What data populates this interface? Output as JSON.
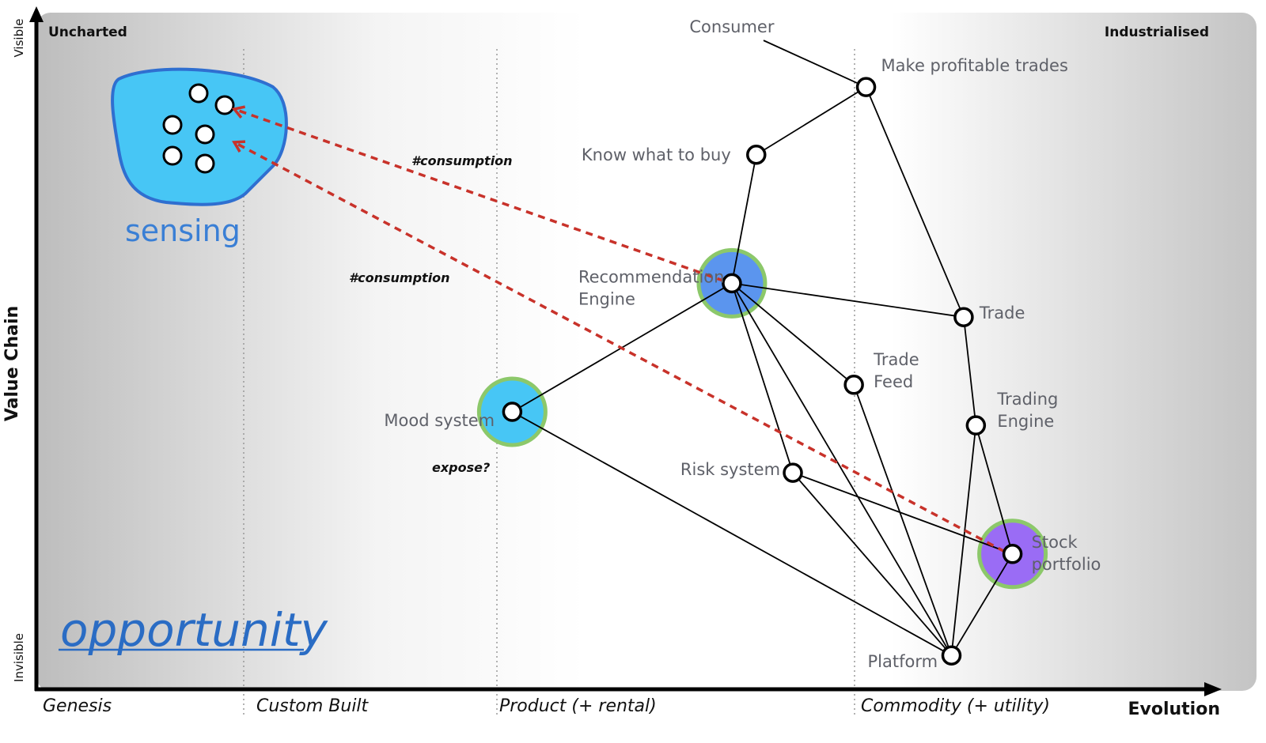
{
  "map": {
    "corner_top_left": "Uncharted",
    "corner_top_right": "Industrialised",
    "y_axis": {
      "label": "Value Chain",
      "top": "Visible",
      "bottom": "Invisible"
    },
    "x_axis": {
      "label": "Evolution",
      "stages": [
        "Genesis",
        "Custom Built",
        "Product (+ rental)",
        "Commodity (+ utility)"
      ]
    },
    "colors": {
      "sensing_fill": "#47c6f5",
      "sensing_stroke": "#2f6fd0",
      "rec_engine_fill": "#5b95ee",
      "mood_fill": "#47c6f5",
      "portfolio_fill": "#9a6cf5",
      "highlight_ring": "#8cc86a",
      "dashed_arrow": "#c8322a"
    },
    "sensing_label": "sensing",
    "opportunity_label": "opportunity",
    "annotations": [
      "#consumption",
      "#consumption",
      "expose?"
    ]
  },
  "chart_data": {
    "type": "wardley-map",
    "title": "",
    "xlabel": "Evolution",
    "ylabel": "Value Chain",
    "x_stages": [
      "Genesis",
      "Custom Built",
      "Product (+ rental)",
      "Commodity (+ utility)"
    ],
    "components": [
      {
        "id": "consumer",
        "name": "Consumer",
        "evolution": 0.57,
        "visibility": 0.98,
        "anchor": true
      },
      {
        "id": "profitable",
        "name": "Make profitable trades",
        "evolution": 0.68,
        "visibility": 0.89
      },
      {
        "id": "knowbuy",
        "name": "Know what to buy",
        "evolution": 0.59,
        "visibility": 0.79
      },
      {
        "id": "rec",
        "name": "Recommendation Engine",
        "evolution": 0.57,
        "visibility": 0.6,
        "highlight": "blue"
      },
      {
        "id": "trade",
        "name": "Trade",
        "evolution": 0.76,
        "visibility": 0.55
      },
      {
        "id": "tradefeed",
        "name": "Trade Feed",
        "evolution": 0.67,
        "visibility": 0.45
      },
      {
        "id": "tradingengine",
        "name": "Trading Engine",
        "evolution": 0.77,
        "visibility": 0.39
      },
      {
        "id": "mood",
        "name": "Mood system",
        "evolution": 0.39,
        "visibility": 0.41,
        "highlight": "cyan"
      },
      {
        "id": "risk",
        "name": "Risk system",
        "evolution": 0.62,
        "visibility": 0.32
      },
      {
        "id": "portfolio",
        "name": "Stock portfolio",
        "evolution": 0.8,
        "visibility": 0.2,
        "highlight": "purple"
      },
      {
        "id": "platform",
        "name": "Platform",
        "evolution": 0.75,
        "visibility": 0.05
      }
    ],
    "links": [
      [
        "consumer",
        "profitable"
      ],
      [
        "profitable",
        "knowbuy"
      ],
      [
        "profitable",
        "trade"
      ],
      [
        "knowbuy",
        "rec"
      ],
      [
        "rec",
        "trade"
      ],
      [
        "rec",
        "mood"
      ],
      [
        "rec",
        "tradefeed"
      ],
      [
        "rec",
        "risk"
      ],
      [
        "rec",
        "platform"
      ],
      [
        "trade",
        "tradingengine"
      ],
      [
        "tradingengine",
        "platform"
      ],
      [
        "tradingengine",
        "portfolio"
      ],
      [
        "tradefeed",
        "platform"
      ],
      [
        "mood",
        "platform"
      ],
      [
        "risk",
        "platform"
      ],
      [
        "risk",
        "portfolio"
      ],
      [
        "portfolio",
        "platform"
      ]
    ],
    "sensing_cluster": {
      "label": "sensing",
      "points": 6
    },
    "movement_arrows": [
      {
        "from": "rec",
        "to": "sensing",
        "label": "#consumption"
      },
      {
        "from": "portfolio",
        "to": "sensing",
        "label": "#consumption"
      }
    ],
    "notes": [
      {
        "near": "mood",
        "text": "expose?"
      }
    ]
  }
}
